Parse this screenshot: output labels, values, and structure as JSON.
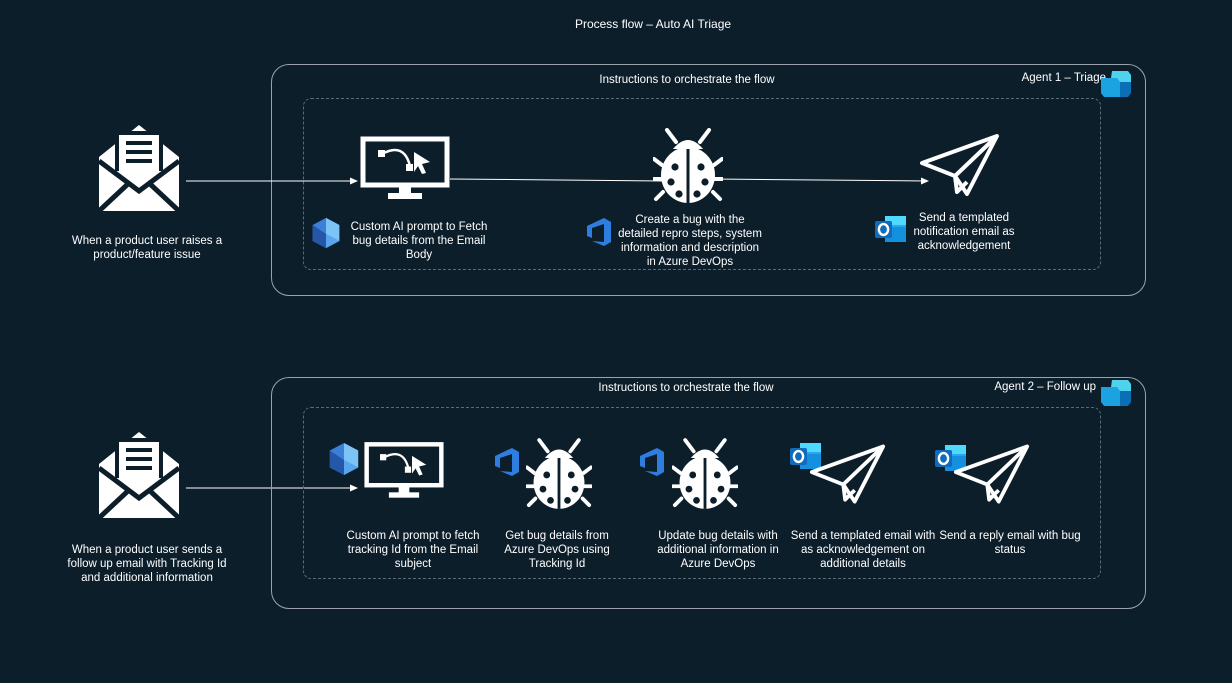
{
  "title": "Process flow – Auto AI Triage",
  "agent1": {
    "name": "Agent 1 – Triage",
    "instructions": "Instructions to orchestrate the flow",
    "trigger": "When a product user raises a product/feature issue",
    "steps": [
      "Custom AI prompt to Fetch bug details from the Email Body",
      "Create a bug with the detailed repro steps, system information and description in Azure DevOps",
      "Send a templated notification email as acknowledgement"
    ]
  },
  "agent2": {
    "name": "Agent 2 – Follow up",
    "instructions": "Instructions to orchestrate the flow",
    "trigger": "When a product user sends a follow up email with Tracking Id and additional information",
    "steps": [
      "Custom AI prompt to fetch tracking Id from the Email subject",
      "Get bug details from Azure DevOps using Tracking Id",
      "Update bug details with additional information in Azure DevOps",
      "Send a templated email with as acknowledgement on additional details",
      "Send a reply email with bug status"
    ]
  },
  "icons": {
    "trigger": "open-envelope-icon",
    "ai_prompt": "monitor-vector-pen-icon",
    "bug": "ladybug-icon",
    "send": "paper-plane-icon",
    "copilot": "copilot-icon",
    "azure_devops": "azure-devops-icon",
    "outlook": "outlook-icon",
    "ai_builder": "ai-builder-icon"
  },
  "colors": {
    "background": "#0d1e2b",
    "border": "#9aa3ab",
    "azure_devops": "#1f6fd6",
    "outlook": "#0f6cbd"
  }
}
